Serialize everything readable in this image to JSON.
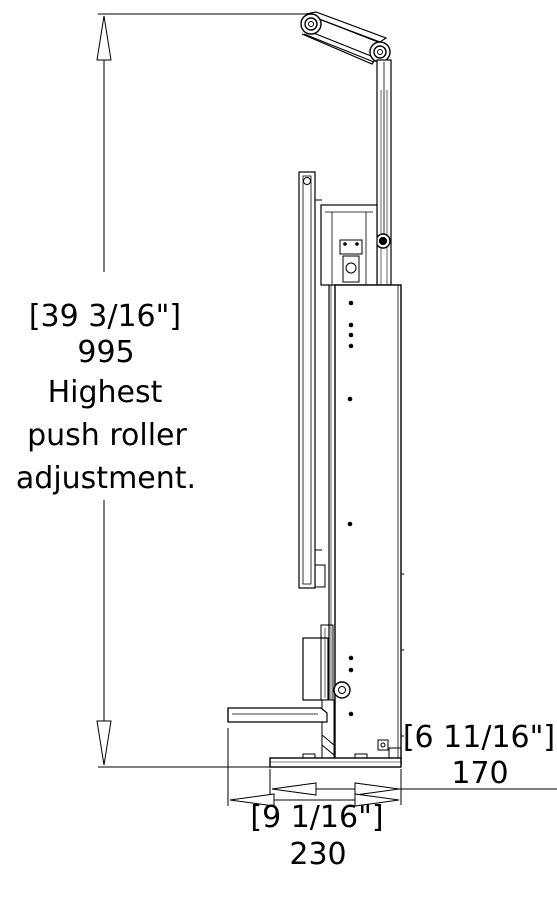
{
  "dimensions": {
    "height": {
      "imperial": "[39 3/16\"]",
      "metric": "995",
      "note_lines": [
        "Highest",
        "push roller",
        "adjustment."
      ]
    },
    "foot_depth": {
      "imperial": "[6 11/16\"]",
      "metric": "170"
    },
    "base_width": {
      "imperial": "[9 1/16\"]",
      "metric": "230"
    }
  }
}
